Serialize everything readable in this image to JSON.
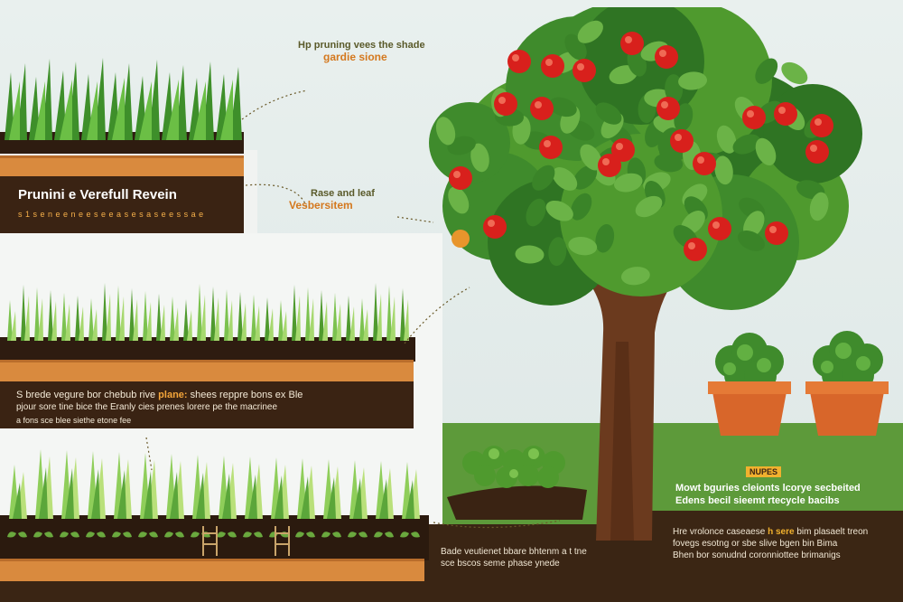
{
  "callouts": {
    "top_line1": "Hp pruning vees the shade",
    "top_line2": "gardie sione",
    "mid_line1": "Rase and leaf",
    "mid_line2": "Vesbersitem"
  },
  "tier1": {
    "title": "Prunini e Verefull Revein",
    "subtitle": "s 1 s e n e e n e e s e e a s e s a s e e s s a e"
  },
  "tier2": {
    "line1_a": "S brede vegure bor chebub rive",
    "line1_hl": "plane:",
    "line1_b": "shees reppre bons ex Ble",
    "line2": "pjour sore tine bice the Eranly cies prenes lorere pe the macrinee",
    "line3": "a fons sce blee siethe etone fee"
  },
  "tier3": {
    "line1": "Bade veutienet bbare bhtenm a t tne",
    "line2": "sce bscos seme phase ynede"
  },
  "lawn": {
    "tag": "NUPES",
    "line1": "Mowt bguries cleionts lcorye secbeited",
    "line2": "Edens becil sieemt rtecycle bacibs"
  },
  "bottom_right": {
    "line1_a": "Hre vrolonce caseaese",
    "line1_hl": "h sere",
    "line1_b": "bim plasaelt treon",
    "line2": "fovegs esotng or sbe slive bgen bin Bima",
    "line3": "Bhen bor sonudnd coronniottee brimanigs"
  },
  "colors": {
    "soil": "#3a2313",
    "board": "#d98a3e",
    "leaf": "#4f9a2e",
    "fruit": "#d8201c",
    "trunk": "#6b3a1e",
    "accent": "#f4a53a"
  }
}
